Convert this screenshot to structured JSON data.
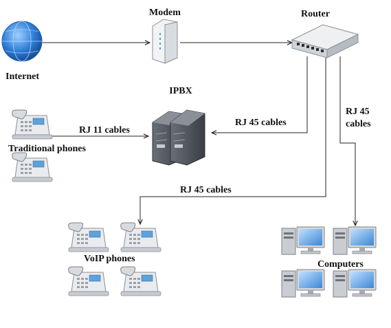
{
  "labels": {
    "modem": "Modem",
    "router": "Router",
    "internet": "Internet",
    "ipbx": "IPBX",
    "rj11": "RJ 11 cables",
    "rj45_ipbx": "RJ 45 cables",
    "rj45_right_1": "RJ 45",
    "rj45_right_2": "cables",
    "rj45_voip": "RJ 45 cables",
    "traditional_phones": "Traditional phones",
    "voip_phones": "VoIP phones",
    "computers": "Computers"
  },
  "icons": {
    "globe": "globe-icon",
    "modem": "modem-icon",
    "router": "router-icon",
    "server": "server-icon",
    "phone": "telephone-icon",
    "computer": "computer-icon"
  },
  "colors": {
    "globe_blue": "#2f7fd8",
    "phone_screen": "#5aa3df",
    "monitor_screen": "#4a8fd6",
    "server_dark": "#4c5059",
    "line": "#222222"
  }
}
